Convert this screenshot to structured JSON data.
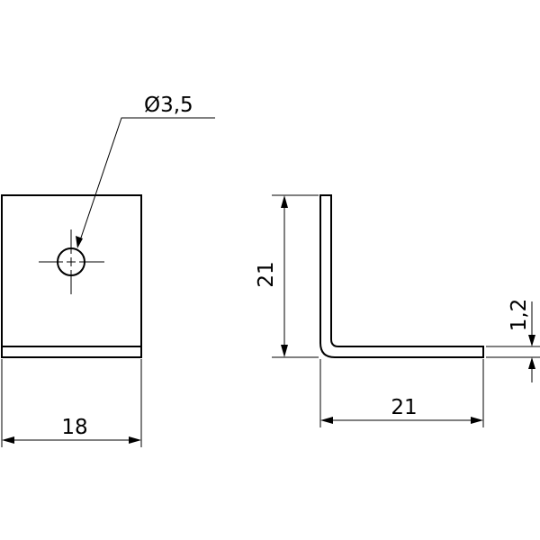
{
  "drawing": {
    "hole_diameter_label": "Ø3,5",
    "width_front_label": "18",
    "height_side_label": "21",
    "length_side_label": "21",
    "thickness_label": "1,2"
  },
  "colors": {
    "line": "#000000",
    "background": "#ffffff"
  }
}
